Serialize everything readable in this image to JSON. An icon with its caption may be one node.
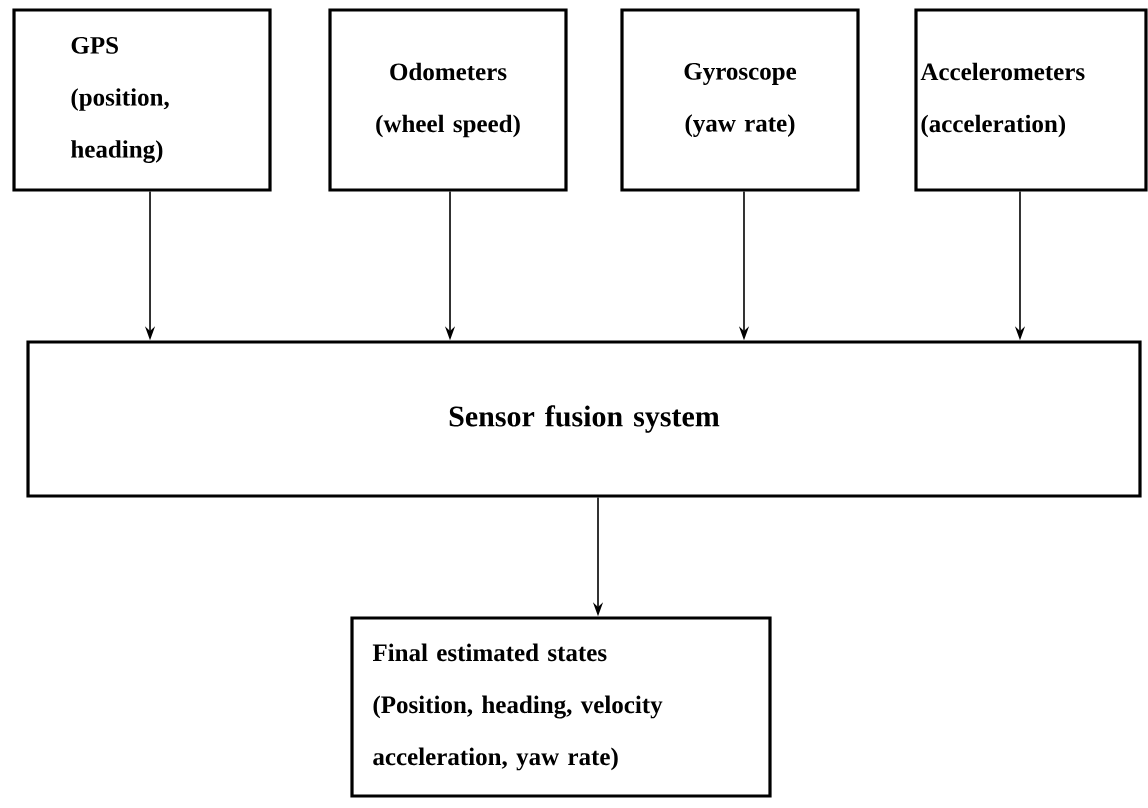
{
  "diagram": {
    "nodes": [
      {
        "text": [
          "GPS",
          "(position, heading)"
        ]
      },
      {
        "text": [
          "Odometers",
          "(wheel speed)"
        ]
      },
      {
        "text": [
          "Gyroscope",
          "(yaw rate)"
        ]
      },
      {
        "text": [
          "Accelerometers",
          "(acceleration)"
        ]
      },
      {
        "text": [
          "Sensor fusion system"
        ]
      },
      {
        "text": [
          "Final estimated states",
          "(Position, heading, velocity acceleration, yaw rate)"
        ]
      }
    ],
    "edges": [
      {
        "from": 0,
        "to": 4,
        "arrow": "to"
      },
      {
        "from": 1,
        "to": 4,
        "arrow": "to"
      },
      {
        "from": 2,
        "to": 4,
        "arrow": "to"
      },
      {
        "from": 3,
        "to": 4,
        "arrow": "to"
      },
      {
        "from": 4,
        "to": 5,
        "arrow": "to"
      }
    ]
  }
}
